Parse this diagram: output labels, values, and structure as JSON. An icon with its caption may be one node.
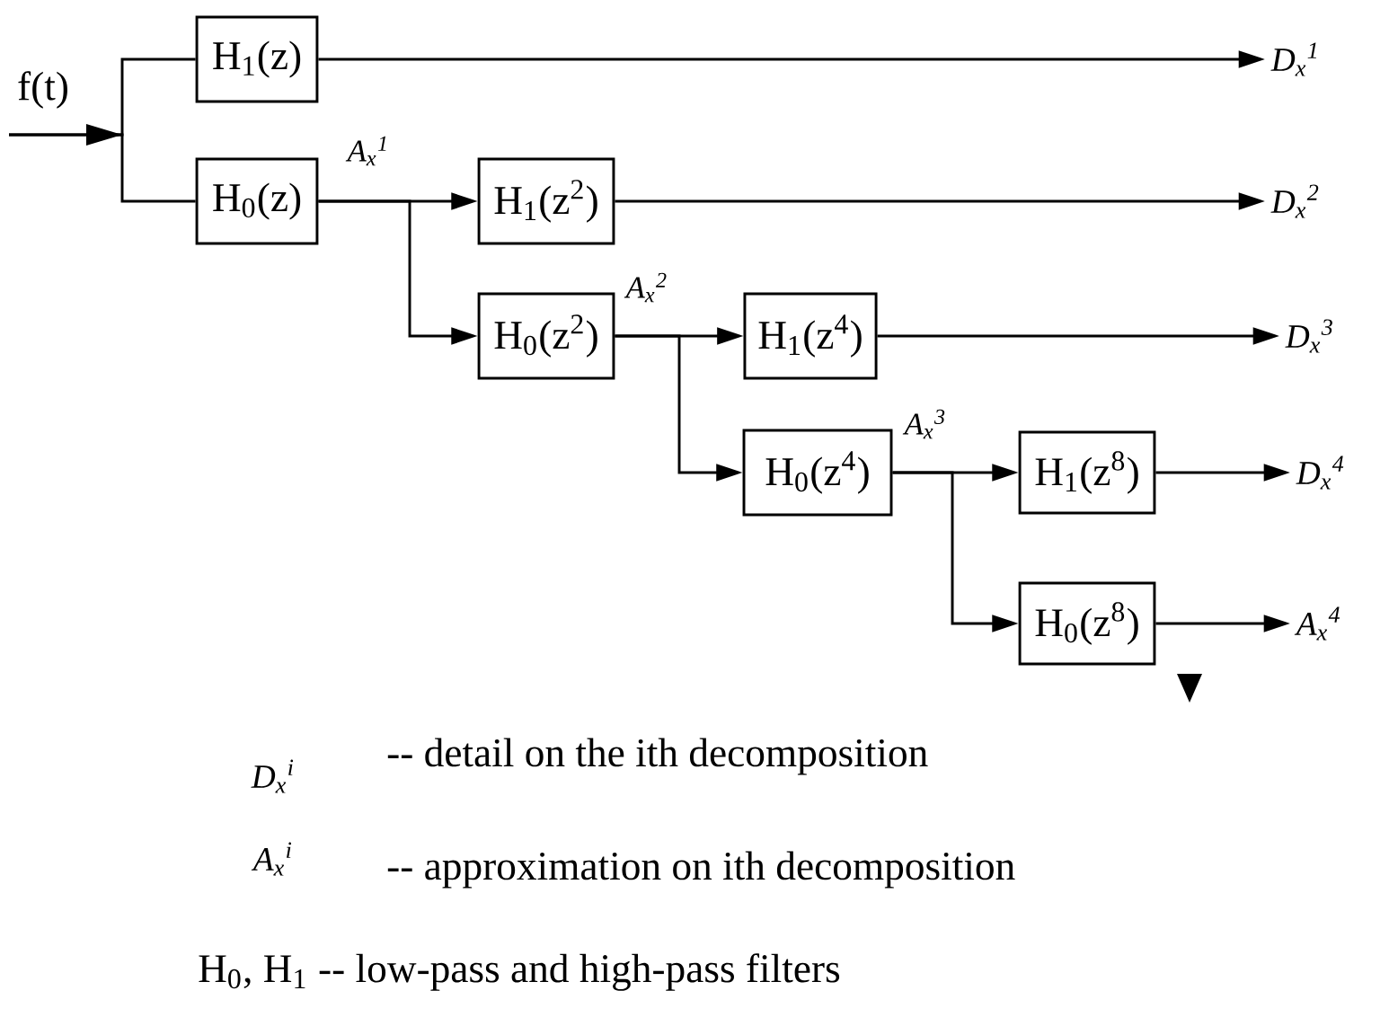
{
  "diagram": {
    "nodes": [
      {
        "text": [
          "H$_{1}$(z)"
        ]
      },
      {
        "text": [
          "H$_{0}$(z)"
        ]
      },
      {
        "text": [
          "H$_{1}$(z$^{2}$)"
        ]
      },
      {
        "text": [
          "H$_{0}$(z$^{2}$)"
        ]
      },
      {
        "text": [
          "H$_{1}$(z$^{4}$)"
        ]
      },
      {
        "text": [
          "H$_{0}$(z$^{4}$)"
        ]
      },
      {
        "text": [
          "H$_{1}$(z$^{8}$)"
        ]
      },
      {
        "text": [
          "H$_{0}$(z$^{8}$)"
        ]
      },
      {
        "text": [
          "D$_{x}$$^{1}$"
        ]
      },
      {
        "text": [
          "D$_{x}$$^{2}$"
        ]
      },
      {
        "text": [
          "D$_{x}$$^{3}$"
        ]
      },
      {
        "text": [
          "D$_{x}$$^{4}$"
        ]
      },
      {
        "text": [
          "A$_{x}$$^{4}$"
        ]
      }
    ],
    "edges": [
      {
        "from": null,
        "to": 0,
        "arrow": "none",
        "label": "f(t)"
      },
      {
        "from": null,
        "to": 1,
        "arrow": "none"
      },
      {
        "from": 0,
        "to": 8,
        "arrow": "to"
      },
      {
        "from": 1,
        "to": 2,
        "arrow": "to",
        "label": "A$_{x}$$^{1}$"
      },
      {
        "from": 1,
        "to": 3,
        "arrow": "to"
      },
      {
        "from": 2,
        "to": 9,
        "arrow": "to"
      },
      {
        "from": 3,
        "to": 4,
        "arrow": "to",
        "label": "A$_{x}$$^{2}$"
      },
      {
        "from": 3,
        "to": 5,
        "arrow": "to"
      },
      {
        "from": 4,
        "to": 10,
        "arrow": "to"
      },
      {
        "from": 5,
        "to": 6,
        "arrow": "to",
        "label": "A$_{x}$$^{3}$"
      },
      {
        "from": 5,
        "to": 7,
        "arrow": "to"
      },
      {
        "from": 6,
        "to": 11,
        "arrow": "to"
      },
      {
        "from": 7,
        "to": 12,
        "arrow": "to"
      }
    ],
    "labels": [
      "D$_{x}$$^{i}$",
      "-- detail on the ith decomposition",
      "A$_{x}$$^{i}$",
      "-- approximation on ith decomposition",
      "H$_{0}$, H$_{1}$ -- low-pass and high-pass filters"
    ]
  }
}
